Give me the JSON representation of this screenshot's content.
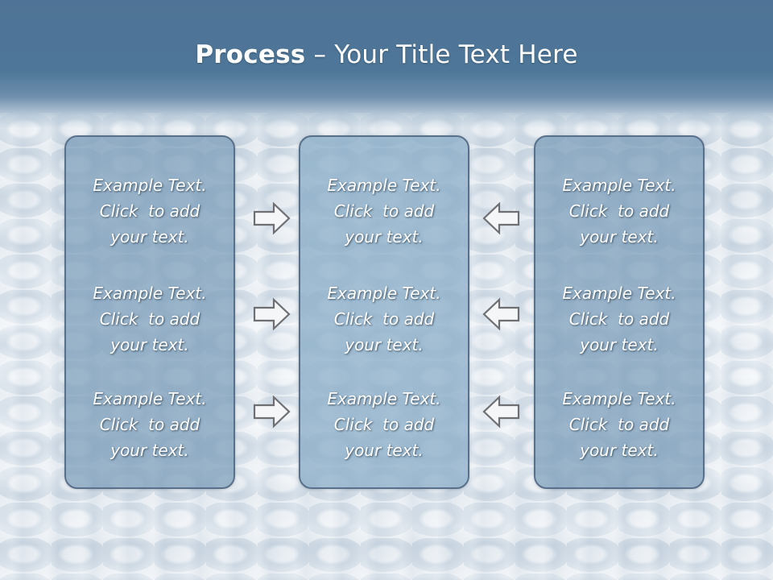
{
  "title": {
    "bold": "Process",
    "rest": " – Your Title Text Here"
  },
  "columns": [
    {
      "items": [
        {
          "line1": "Example Text.",
          "line2": "Click  to add",
          "line3": "your text."
        },
        {
          "line1": "Example Text.",
          "line2": "Click  to add",
          "line3": "your text."
        },
        {
          "line1": "Example Text.",
          "line2": "Click  to add",
          "line3": "your text."
        }
      ]
    },
    {
      "items": [
        {
          "line1": "Example Text.",
          "line2": "Click  to add",
          "line3": "your text."
        },
        {
          "line1": "Example Text.",
          "line2": "Click  to add",
          "line3": "your text."
        },
        {
          "line1": "Example Text.",
          "line2": "Click  to add",
          "line3": "your text."
        }
      ]
    },
    {
      "items": [
        {
          "line1": "Example Text.",
          "line2": "Click  to add",
          "line3": "your text."
        },
        {
          "line1": "Example Text.",
          "line2": "Click  to add",
          "line3": "your text."
        },
        {
          "line1": "Example Text.",
          "line2": "Click  to add",
          "line3": "your text."
        }
      ]
    }
  ],
  "arrows": {
    "left_group": "arrow-right-icon",
    "right_group": "arrow-left-icon"
  },
  "colors": {
    "header": "#4d7698",
    "box_border": "#59708a",
    "box_fill": "#7f9fbc",
    "arrow_fill": "#f4f6f8",
    "arrow_stroke": "#6d6f72"
  }
}
